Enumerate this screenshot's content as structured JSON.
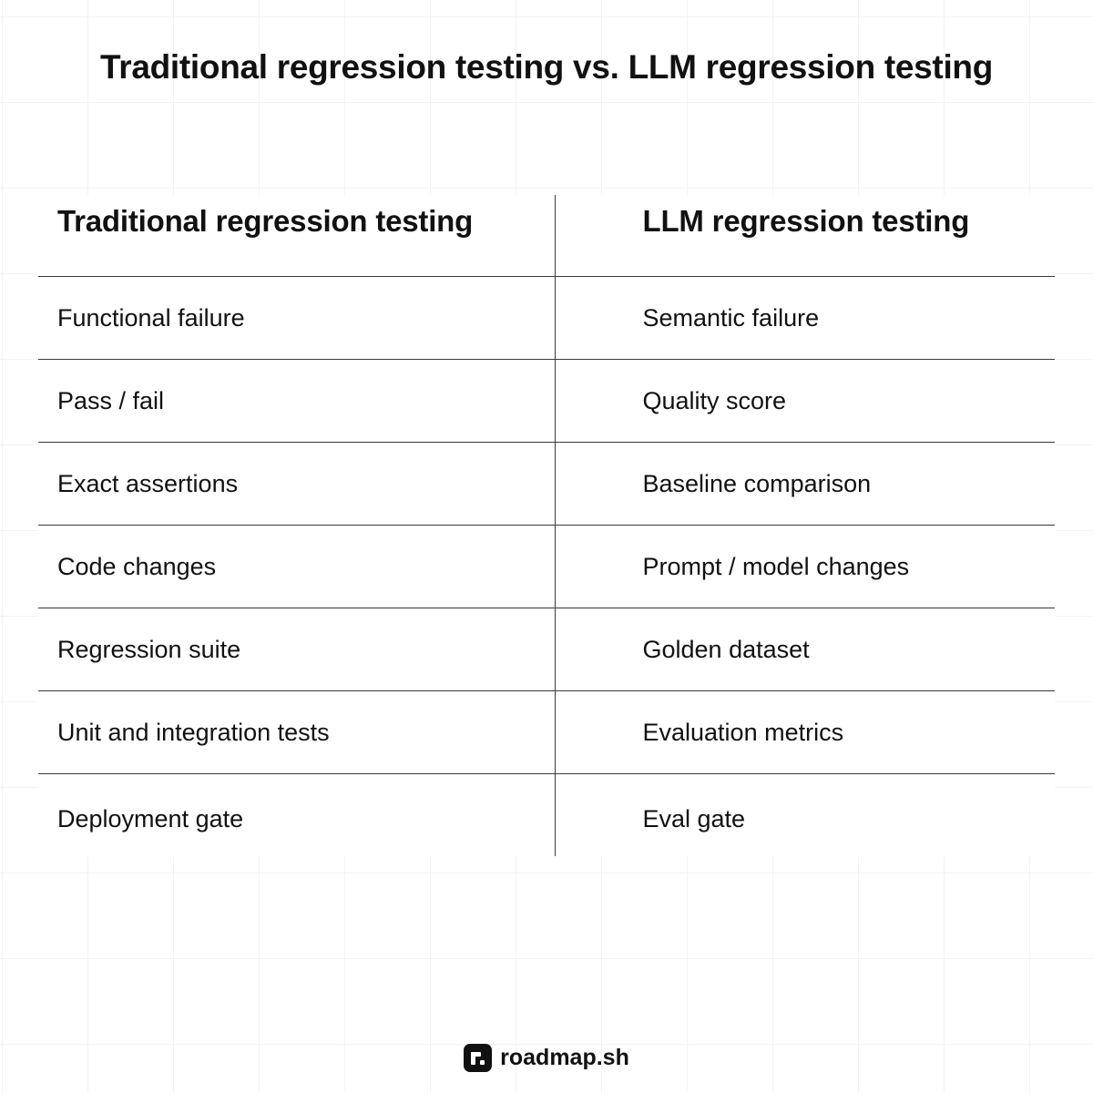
{
  "title": "Traditional regression testing vs. LLM regression testing",
  "table": {
    "headers": [
      "Traditional regression testing",
      "LLM regression testing"
    ],
    "rows": [
      [
        "Functional failure",
        "Semantic failure"
      ],
      [
        "Pass / fail",
        "Quality score"
      ],
      [
        "Exact assertions",
        "Baseline comparison"
      ],
      [
        "Code changes",
        "Prompt / model changes"
      ],
      [
        "Regression suite",
        "Golden dataset"
      ],
      [
        "Unit and integration tests",
        "Evaluation metrics"
      ],
      [
        "Deployment gate",
        "Eval gate"
      ]
    ]
  },
  "brand": {
    "logo_icon": "roadmap-logo-icon",
    "name": "roadmap.sh"
  }
}
